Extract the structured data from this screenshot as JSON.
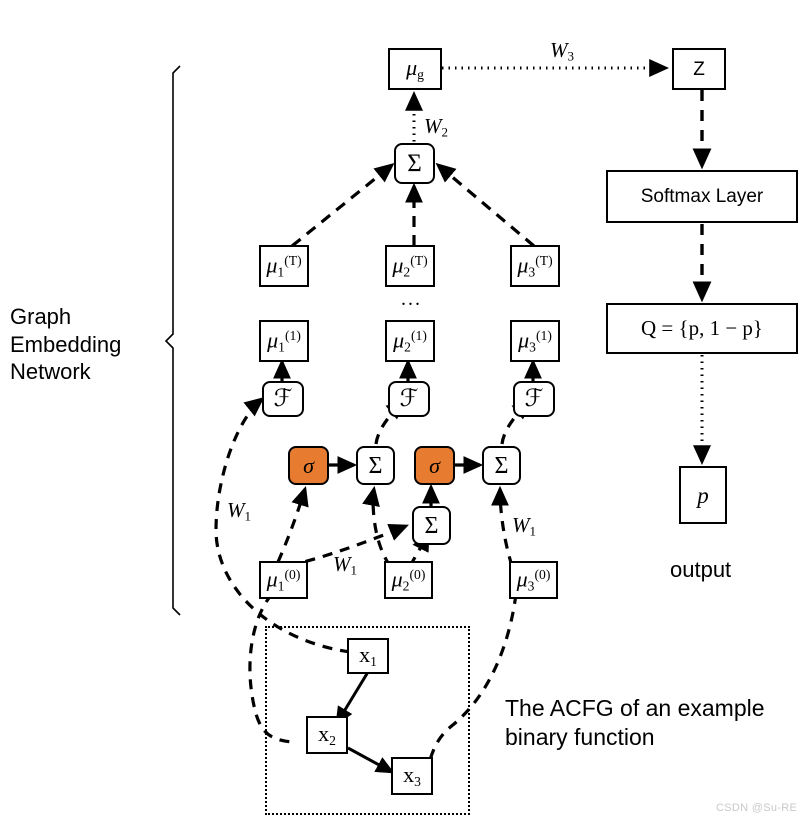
{
  "diagram": {
    "title_left": "Graph\nEmbedding\nNetwork",
    "caption_acfg": "The ACFG of an example\nbinary function",
    "output_label": "output",
    "ellipsis": "...",
    "watermark": "CSDN @Su-RE"
  },
  "colors": {
    "orange": "#E77C30",
    "stroke": "#000000",
    "background": "#FFFFFF",
    "watermark": "#C9C9C9"
  },
  "nodes": {
    "mu_g": {
      "base": "μ",
      "sub": "g",
      "sup": ""
    },
    "sum_top": {
      "label": "Σ"
    },
    "muT1": {
      "base": "μ",
      "sub": "1",
      "sup": "(T)"
    },
    "muT2": {
      "base": "μ",
      "sub": "2",
      "sup": "(T)"
    },
    "muT3": {
      "base": "μ",
      "sub": "3",
      "sup": "(T)"
    },
    "mu11": {
      "base": "μ",
      "sub": "1",
      "sup": "(1)"
    },
    "mu21": {
      "base": "μ",
      "sub": "2",
      "sup": "(1)"
    },
    "mu31": {
      "base": "μ",
      "sub": "3",
      "sup": "(1)"
    },
    "F1": {
      "label": "ℱ"
    },
    "F2": {
      "label": "ℱ"
    },
    "F3": {
      "label": "ℱ"
    },
    "sigma1": {
      "label": "σ"
    },
    "sigma2": {
      "label": "σ"
    },
    "sumA": {
      "label": "Σ"
    },
    "sumB": {
      "label": "Σ"
    },
    "sumC": {
      "label": "Σ"
    },
    "mu01": {
      "base": "μ",
      "sub": "1",
      "sup": "(0)"
    },
    "mu02": {
      "base": "μ",
      "sub": "2",
      "sup": "(0)"
    },
    "mu03": {
      "base": "μ",
      "sub": "3",
      "sup": "(0)"
    },
    "x1": {
      "base": "x",
      "sub": "1"
    },
    "x2": {
      "base": "x",
      "sub": "2"
    },
    "x3": {
      "base": "x",
      "sub": "3"
    },
    "z": {
      "label": "Z"
    },
    "softmax": {
      "label": "Softmax Layer"
    },
    "q": {
      "label": "Q = {p, 1 − p}"
    },
    "p": {
      "label": "p"
    }
  },
  "edge_labels": {
    "w3": {
      "base": "W",
      "sub": "3"
    },
    "w2": {
      "base": "W",
      "sub": "2"
    },
    "w1_a": {
      "base": "W",
      "sub": "1"
    },
    "w1_b": {
      "base": "W",
      "sub": "1"
    },
    "w1_c": {
      "base": "W",
      "sub": "1"
    }
  }
}
